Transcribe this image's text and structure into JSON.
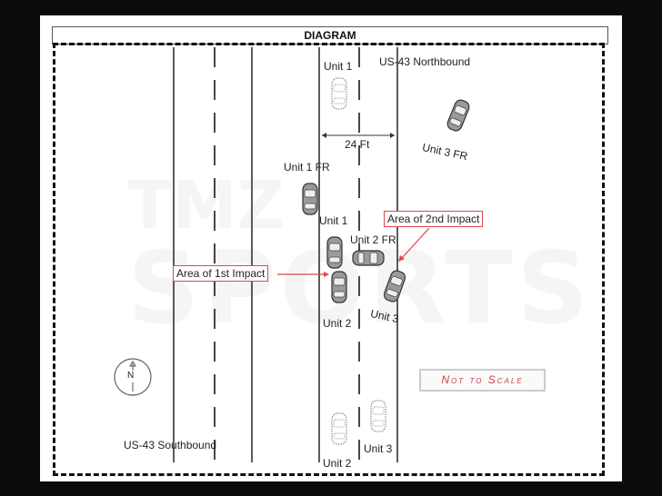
{
  "header": {
    "title": "DIAGRAM"
  },
  "roads": {
    "northbound_label": "US-43 Northbound",
    "southbound_label": "US-43 Southbound",
    "width_label": "24 Ft"
  },
  "vehicles": {
    "unit1_initial": "Unit 1",
    "unit1_final": "Unit 1 FR",
    "unit1_impact": "Unit 1",
    "unit2_initial": "Unit 2",
    "unit2_final": "Unit 2 FR",
    "unit2_impact": "Unit 2",
    "unit3_initial": "Unit 3",
    "unit3_final": "Unit 3 FR",
    "unit3_impact": "Unit 3"
  },
  "callouts": {
    "first_impact": "Area of 1st Impact",
    "second_impact": "Area of 2nd Impact"
  },
  "compass": {
    "label": "N"
  },
  "scale_note": "Not to Scale",
  "watermark": {
    "line1": "TMZ",
    "line2": "SPORTS"
  },
  "colors": {
    "callout_border": "#e0474c",
    "line": "#222222",
    "background": "#0b0b0b"
  }
}
